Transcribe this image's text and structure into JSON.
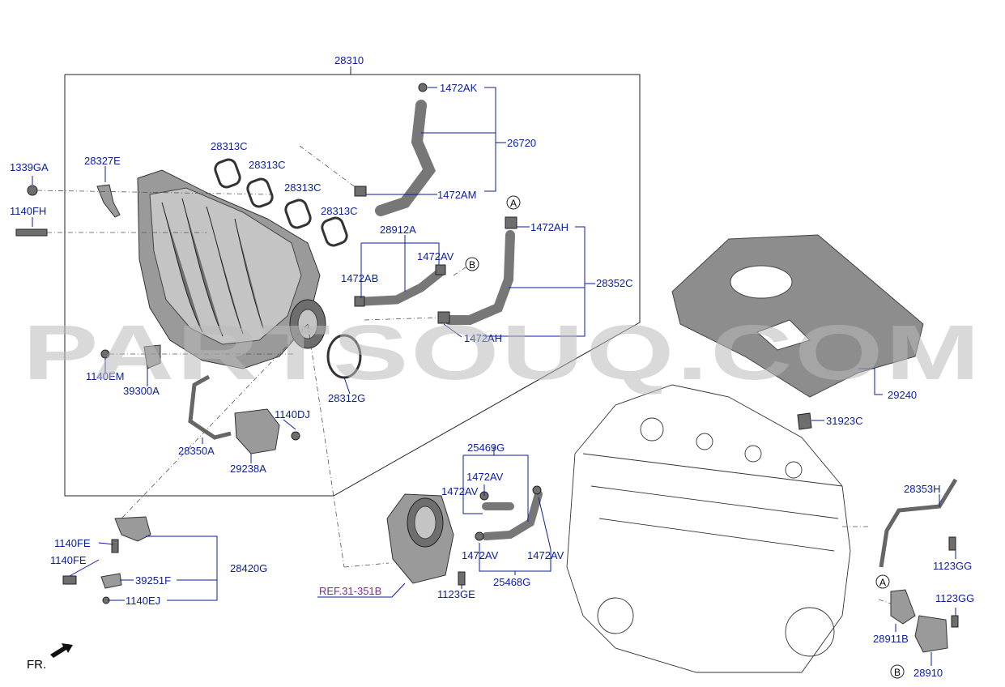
{
  "watermark": "PARTSOUQ.COM",
  "orientation_label": "FR.",
  "callouts": {
    "A": "A",
    "B": "B"
  },
  "labels": {
    "l28310": "28310",
    "l1472AK": "1472AK",
    "l26720": "26720",
    "l1472AM": "1472AM",
    "l1339GA": "1339GA",
    "l28327E": "28327E",
    "l28313C_1": "28313C",
    "l28313C_2": "28313C",
    "l28313C_3": "28313C",
    "l28313C_4": "28313C",
    "l1140FH": "1140FH",
    "l28912A": "28912A",
    "l1472AH_1": "1472AH",
    "l1472AV_1": "1472AV",
    "l1472AB": "1472AB",
    "l28352C": "28352C",
    "l1472AH_2": "1472AH",
    "l1140EM": "1140EM",
    "l39300A": "39300A",
    "l28312G": "28312G",
    "l1140DJ": "1140DJ",
    "l28350A": "28350A",
    "l29238A": "29238A",
    "l29240": "29240",
    "l31923C": "31923C",
    "l25469G": "25469G",
    "l1472AV_2": "1472AV",
    "l1472AV_3": "1472AV",
    "l1472AV_4": "1472AV",
    "l1472AV_5": "1472AV",
    "l25468G": "25468G",
    "l1123GE": "1123GE",
    "lREF": "REF.31-351B",
    "l1140FE_1": "1140FE",
    "l1140FE_2": "1140FE",
    "l28420G": "28420G",
    "l39251F": "39251F",
    "l1140EJ": "1140EJ",
    "l28353H": "28353H",
    "l1123GG_1": "1123GG",
    "l1123GG_2": "1123GG",
    "l28911B": "28911B",
    "l28910": "28910"
  }
}
